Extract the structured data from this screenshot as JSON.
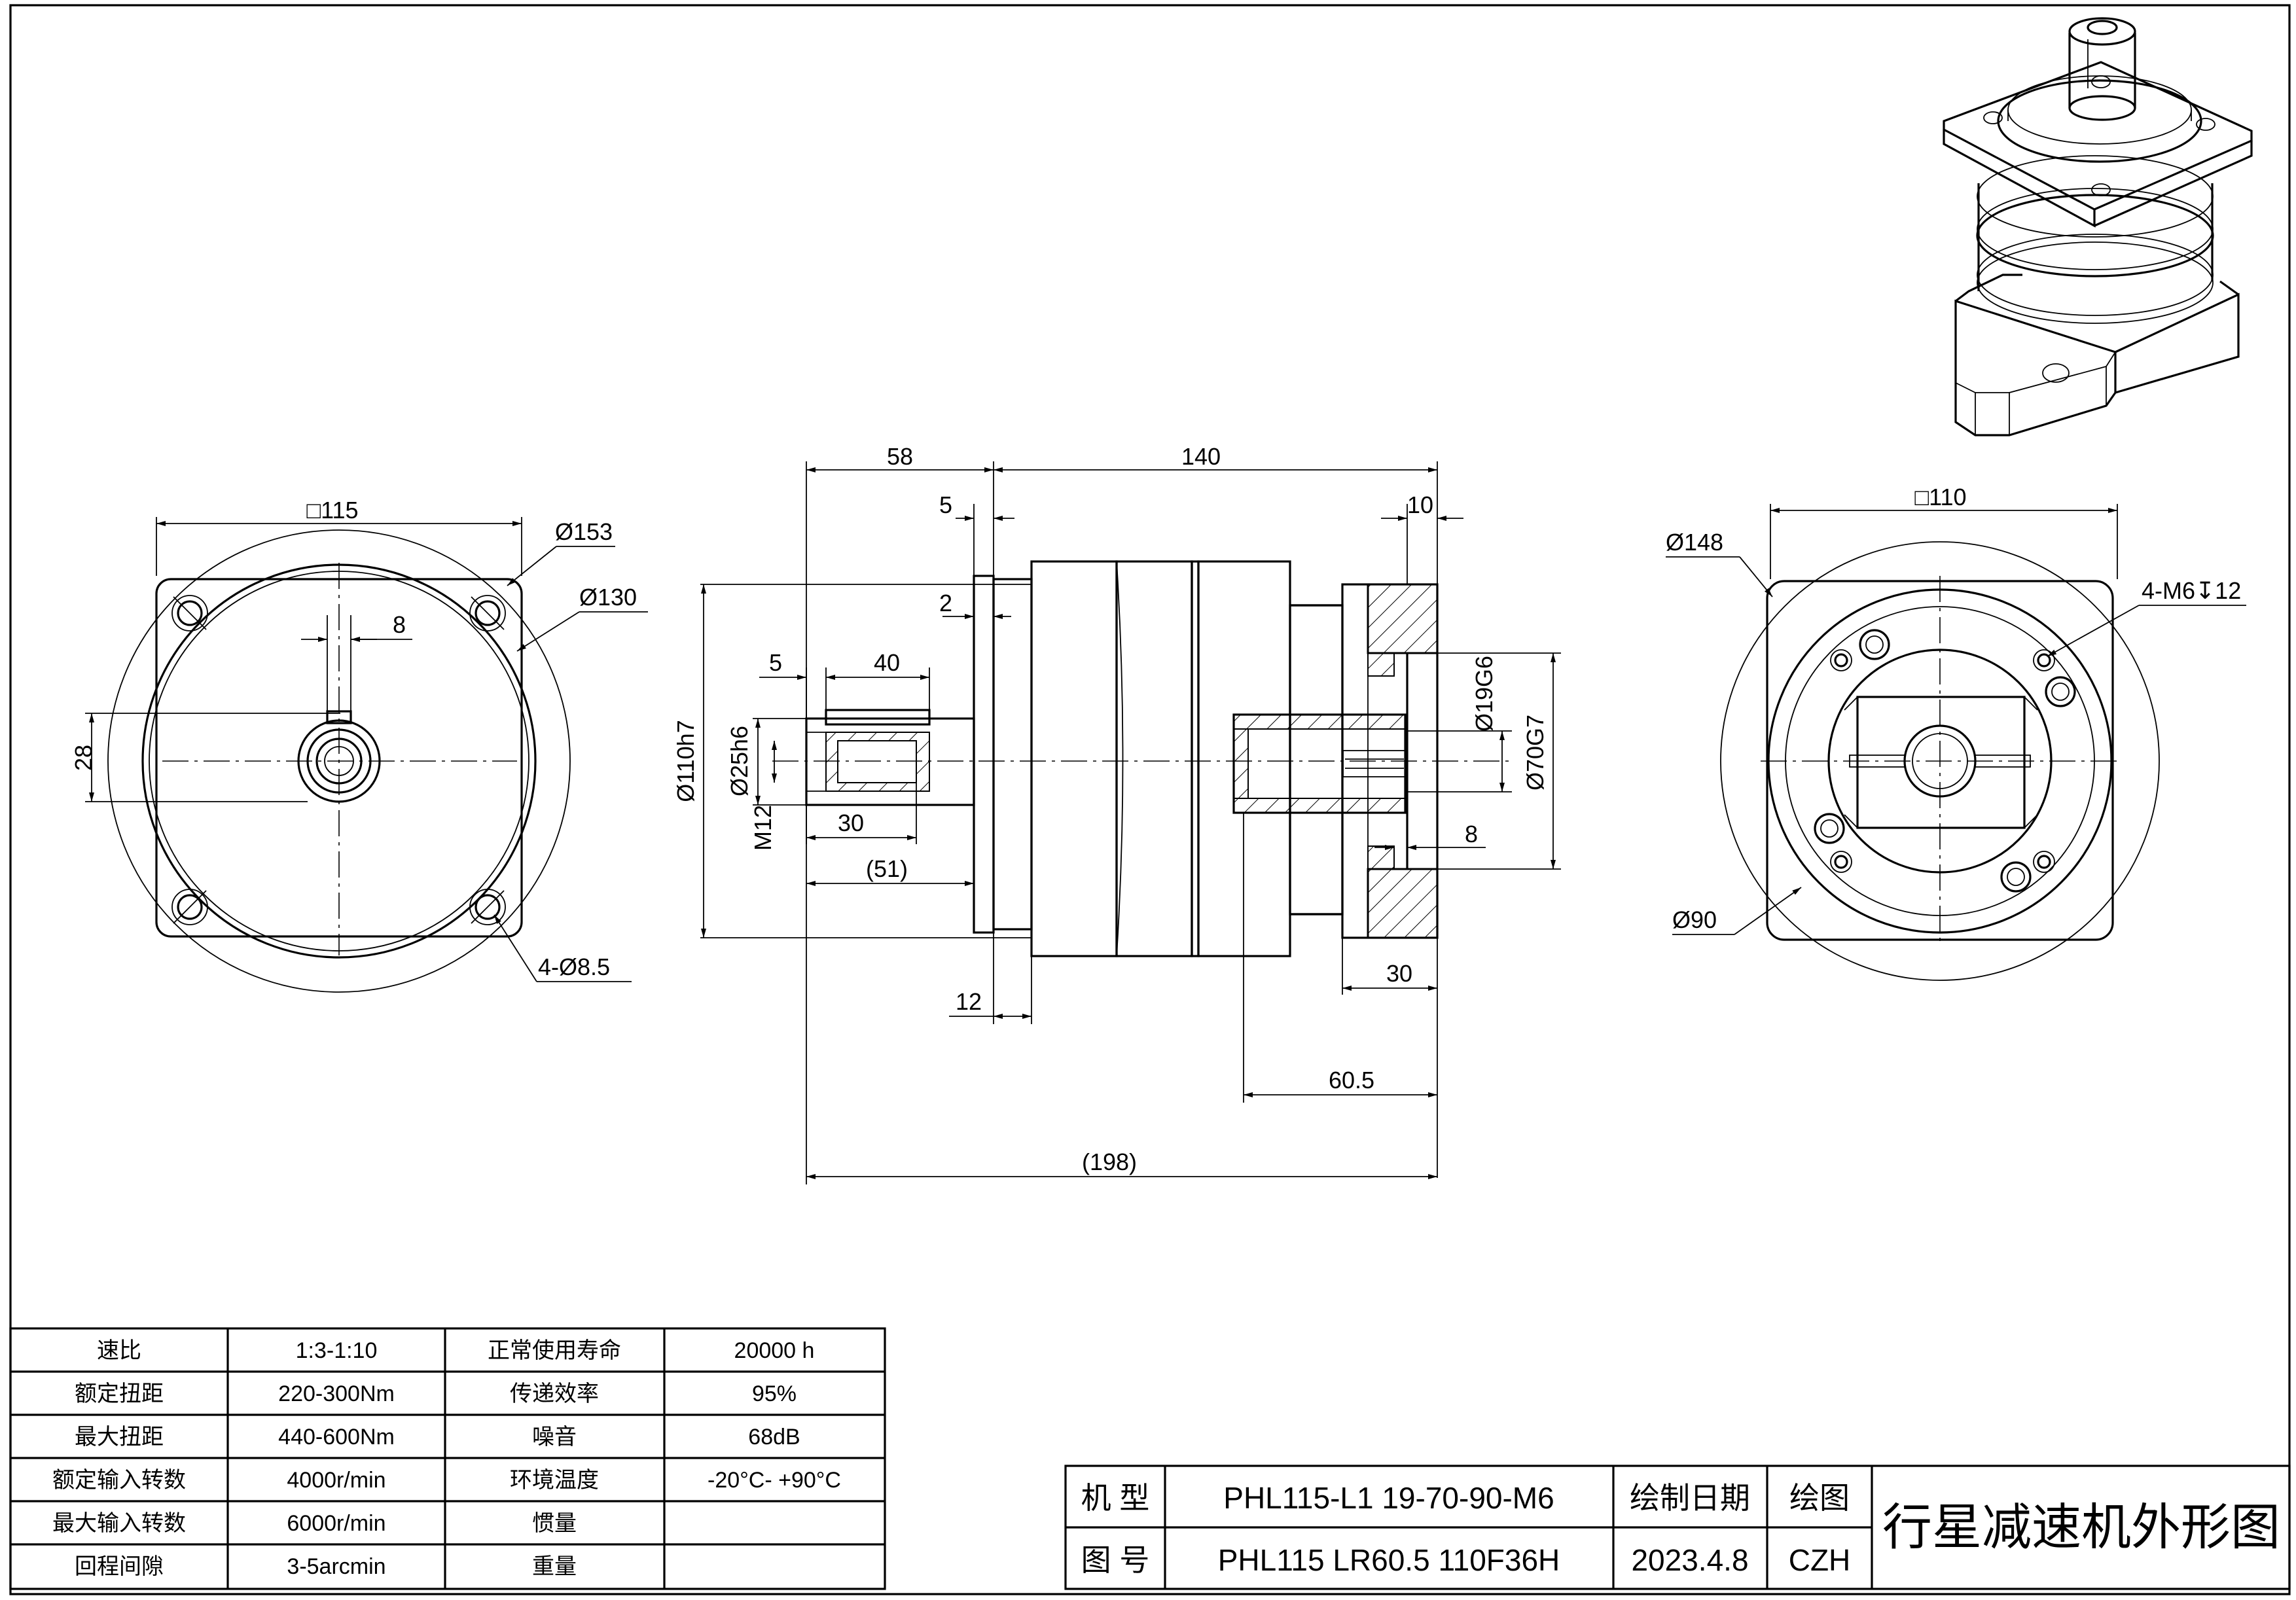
{
  "dimensions": {
    "front_square": "□115",
    "front_dia_153": "Ø153",
    "front_dia_130": "Ø130",
    "front_key_width": "8",
    "front_height_28": "28",
    "front_holes": "4-Ø8.5",
    "side_58": "58",
    "side_140": "140",
    "side_5_top": "5",
    "side_10": "10",
    "side_2": "2",
    "side_5_key": "5",
    "side_40": "40",
    "side_dia_110": "Ø110h7",
    "side_dia_25": "Ø25h6",
    "side_m12": "M12",
    "side_30_left": "30",
    "side_51": "(51)",
    "side_dia_19": "Ø19G6",
    "side_dia_70": "Ø70G7",
    "side_8": "8",
    "side_12": "12",
    "side_30_right": "30",
    "side_60_5": "60.5",
    "side_198": "(198)",
    "back_square": "□110",
    "back_dia_148": "Ø148",
    "back_threads": "4-M6↧12",
    "back_dia_90": "Ø90"
  },
  "specs": {
    "rows": [
      {
        "label1": "速比",
        "value1": "1:3-1:10",
        "label2": "正常使用寿命",
        "value2": "20000 h"
      },
      {
        "label1": "额定扭距",
        "value1": "220-300Nm",
        "label2": "传递效率",
        "value2": "95%"
      },
      {
        "label1": "最大扭距",
        "value1": "440-600Nm",
        "label2": "噪音",
        "value2": "68dB"
      },
      {
        "label1": "额定输入转数",
        "value1": "4000r/min",
        "label2": "环境温度",
        "value2": "-20°C- +90°C"
      },
      {
        "label1": "最大输入转数",
        "value1": "6000r/min",
        "label2": "惯量",
        "value2": ""
      },
      {
        "label1": "回程间隙",
        "value1": "3-5arcmin",
        "label2": "重量",
        "value2": ""
      }
    ]
  },
  "title_block": {
    "model_label": "机 型",
    "model_value": "PHL115-L1 19-70-90-M6",
    "drawing_no_label": "图 号",
    "drawing_no_value": "PHL115 LR60.5 110F36H",
    "date_label": "绘制日期",
    "date_value": "2023.4.8",
    "drafter_label": "绘图",
    "drafter_value": "CZH",
    "title": "行星减速机外形图"
  }
}
